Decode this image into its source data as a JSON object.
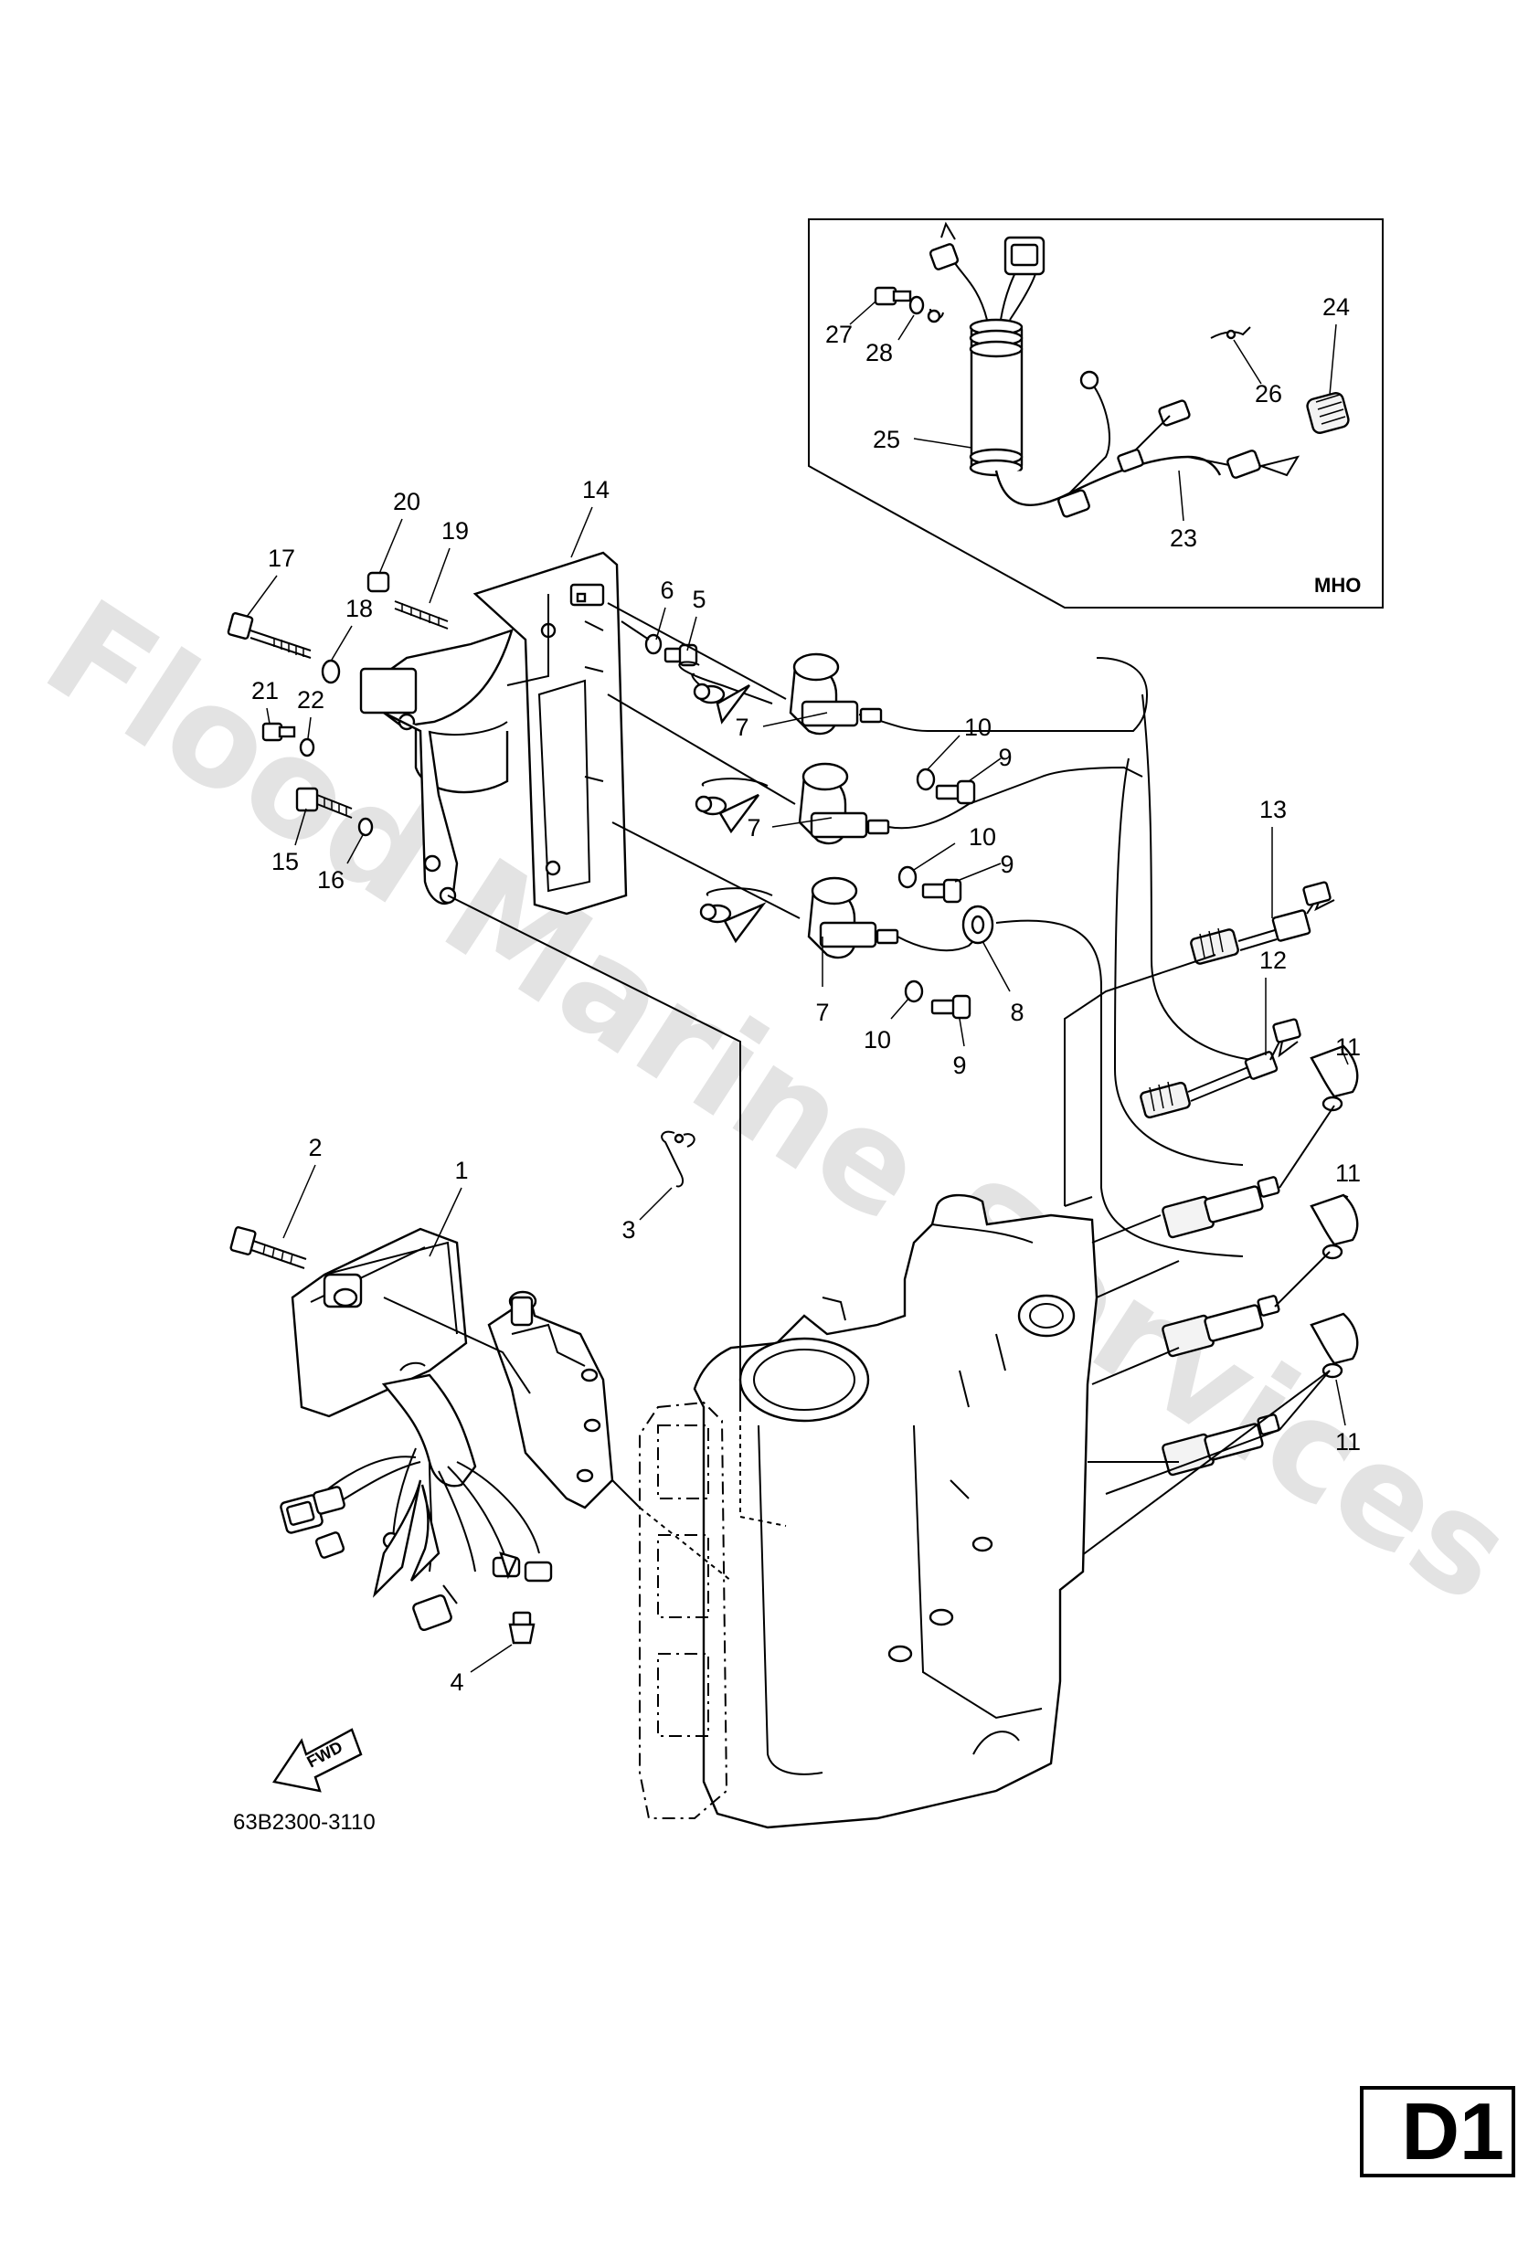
{
  "watermark": "Flood Marine Services",
  "diagram_code": "63B2300-3110",
  "page_code": "D1",
  "inset_label": "MHO",
  "fwd_label": "FWD",
  "callouts": {
    "c1": "1",
    "c2": "2",
    "c3": "3",
    "c4": "4",
    "c5": "5",
    "c6": "6",
    "c7a": "7",
    "c7b": "7",
    "c7c": "7",
    "c8": "8",
    "c9a": "9",
    "c9b": "9",
    "c9c": "9",
    "c10a": "10",
    "c10b": "10",
    "c10c": "10",
    "c11a": "11",
    "c11b": "11",
    "c11c": "11",
    "c12": "12",
    "c13": "13",
    "c14": "14",
    "c15": "15",
    "c16": "16",
    "c17": "17",
    "c18": "18",
    "c19": "19",
    "c20": "20",
    "c21": "21",
    "c22": "22",
    "c23": "23",
    "c24": "24",
    "c25": "25",
    "c26": "26",
    "c27": "27",
    "c28": "28"
  }
}
